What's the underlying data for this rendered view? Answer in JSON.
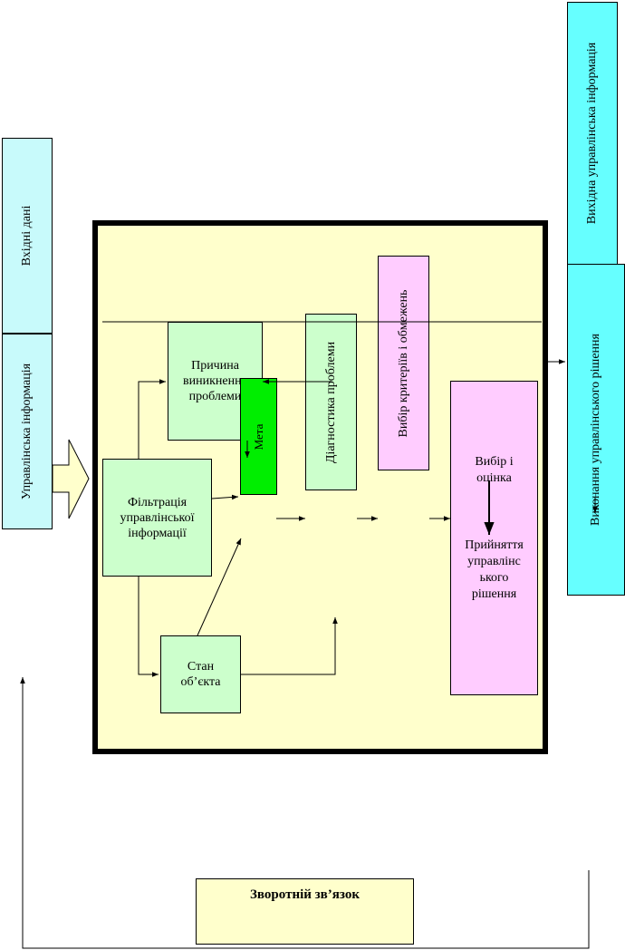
{
  "colors": {
    "cyan_panel": "#c8fafb",
    "cyan_bright": "#66ffff",
    "main_frame_fill": "#ffffcc",
    "green_light": "#ccffcc",
    "green_bright": "#00ee00",
    "pink": "#ffccff",
    "arrow_fill": "#ffffcc"
  },
  "left_panel": {
    "input_data": "Вхідні дані",
    "control_info": "Управлінська інформація"
  },
  "right_panel": {
    "output_info": "Вихідна управлінська інформація",
    "execution": "Виконання управлінського рішення"
  },
  "blocks": {
    "cause": "Причина виникнення проблеми",
    "goal": "Мета",
    "diagnostics": "Діагностика проблеми",
    "criteria": "Вибір критеріїв і обмежень",
    "filtering": "Фільтрація управлінської інформації",
    "state": "Стан об’єкта",
    "choice": "Вибір і оцінка",
    "decision": "Прийняття управлінс ького рішення"
  },
  "feedback": {
    "label": "Зворотній зв’язок"
  }
}
